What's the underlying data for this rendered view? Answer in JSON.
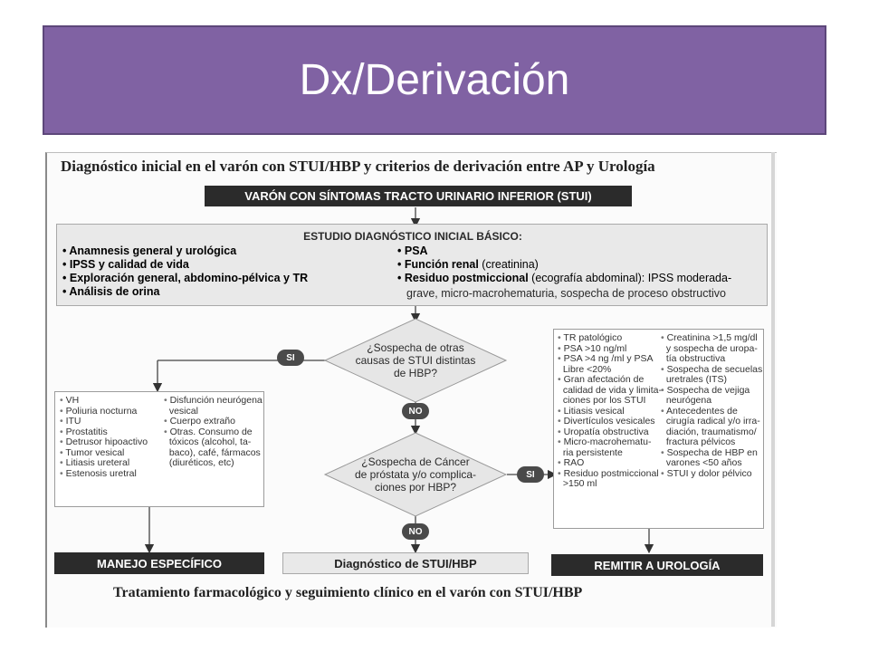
{
  "slide": {
    "title": "Dx/Derivación"
  },
  "diagram": {
    "header": "Diagnóstico inicial en el varón con STUI/HBP y criterios de derivación entre AP y Urología",
    "top_bar": "VARÓN CON SÍNTOMAS TRACTO URINARIO INFERIOR (STUI)",
    "study": {
      "title": "ESTUDIO DIAGNÓSTICO INICIAL BÁSICO:",
      "left_items": [
        "Anamnesis general y urológica",
        "IPSS y calidad de vida",
        "Exploración general, abdomino-pélvica y TR",
        "Análisis de orina"
      ],
      "right_items": [
        {
          "bold": "PSA",
          "normal": ""
        },
        {
          "bold": "Función renal",
          "normal": " (creatinina)"
        },
        {
          "bold": "Residuo postmiccional",
          "normal": " (ecografía abdominal): IPSS moderada-"
        }
      ],
      "right_continuation": "grave, micro-macrohematuria, sospecha de proceso obstructivo"
    },
    "decision1": [
      "¿Sospecha de otras",
      "causas de STUI distintas",
      "de HBP?"
    ],
    "decision2": [
      "¿Sospecha de Cáncer",
      "de próstata y/o complica-",
      "ciones por HBP?"
    ],
    "labels": {
      "si": "SI",
      "no": "NO"
    },
    "other_causes": {
      "col1": [
        "VH",
        "Poliuria nocturna",
        "ITU",
        "Prostatitis",
        "Detrusor hipoactivo",
        "Tumor vesical",
        "Litiasis ureteral",
        "Estenosis uretral"
      ],
      "col2": [
        [
          "Disfunción neurógena",
          "vesical"
        ],
        [
          "Cuerpo extraño"
        ],
        [
          "Otras. Consumo de",
          "tóxicos (alcohol, ta-",
          "baco), café, fármacos",
          "(diuréticos, etc)"
        ]
      ]
    },
    "referral_criteria": {
      "col1": [
        [
          "TR patológico"
        ],
        [
          "PSA >10 ng/ml"
        ],
        [
          "PSA >4 ng /ml y PSA",
          "Libre <20%"
        ],
        [
          "Gran afectación de",
          "calidad de vida y limita-",
          "ciones por los STUI"
        ],
        [
          "Litiasis vesical"
        ],
        [
          "Divertículos vesicales"
        ],
        [
          "Uropatía obstructiva"
        ],
        [
          "Micro-macrohematu-",
          "ria persistente"
        ],
        [
          "RAO"
        ],
        [
          "Residuo postmiccional",
          ">150 ml"
        ]
      ],
      "col2": [
        [
          "Creatinina >1,5 mg/dl",
          " y sospecha de uropa-",
          "tía obstructiva"
        ],
        [
          "Sospecha de secuelas",
          "uretrales (ITS)"
        ],
        [
          "Sospecha de vejiga",
          "neurógena"
        ],
        [
          "Antecedentes de",
          "cirugía radical y/o irra-",
          "diación, traumatismo/",
          "fractura pélvicos"
        ],
        [
          "Sospecha de HBP en",
          "varones <50 años"
        ],
        [
          "STUI y dolor pélvico"
        ]
      ]
    },
    "outcomes": {
      "left": "MANEJO ESPECÍFICO",
      "center": "Diagnóstico de STUI/HBP",
      "right": "REMITIR A UROLOGÍA"
    },
    "footer": "Tratamiento farmacológico y seguimiento clínico en el varón con STUI/HBP"
  }
}
